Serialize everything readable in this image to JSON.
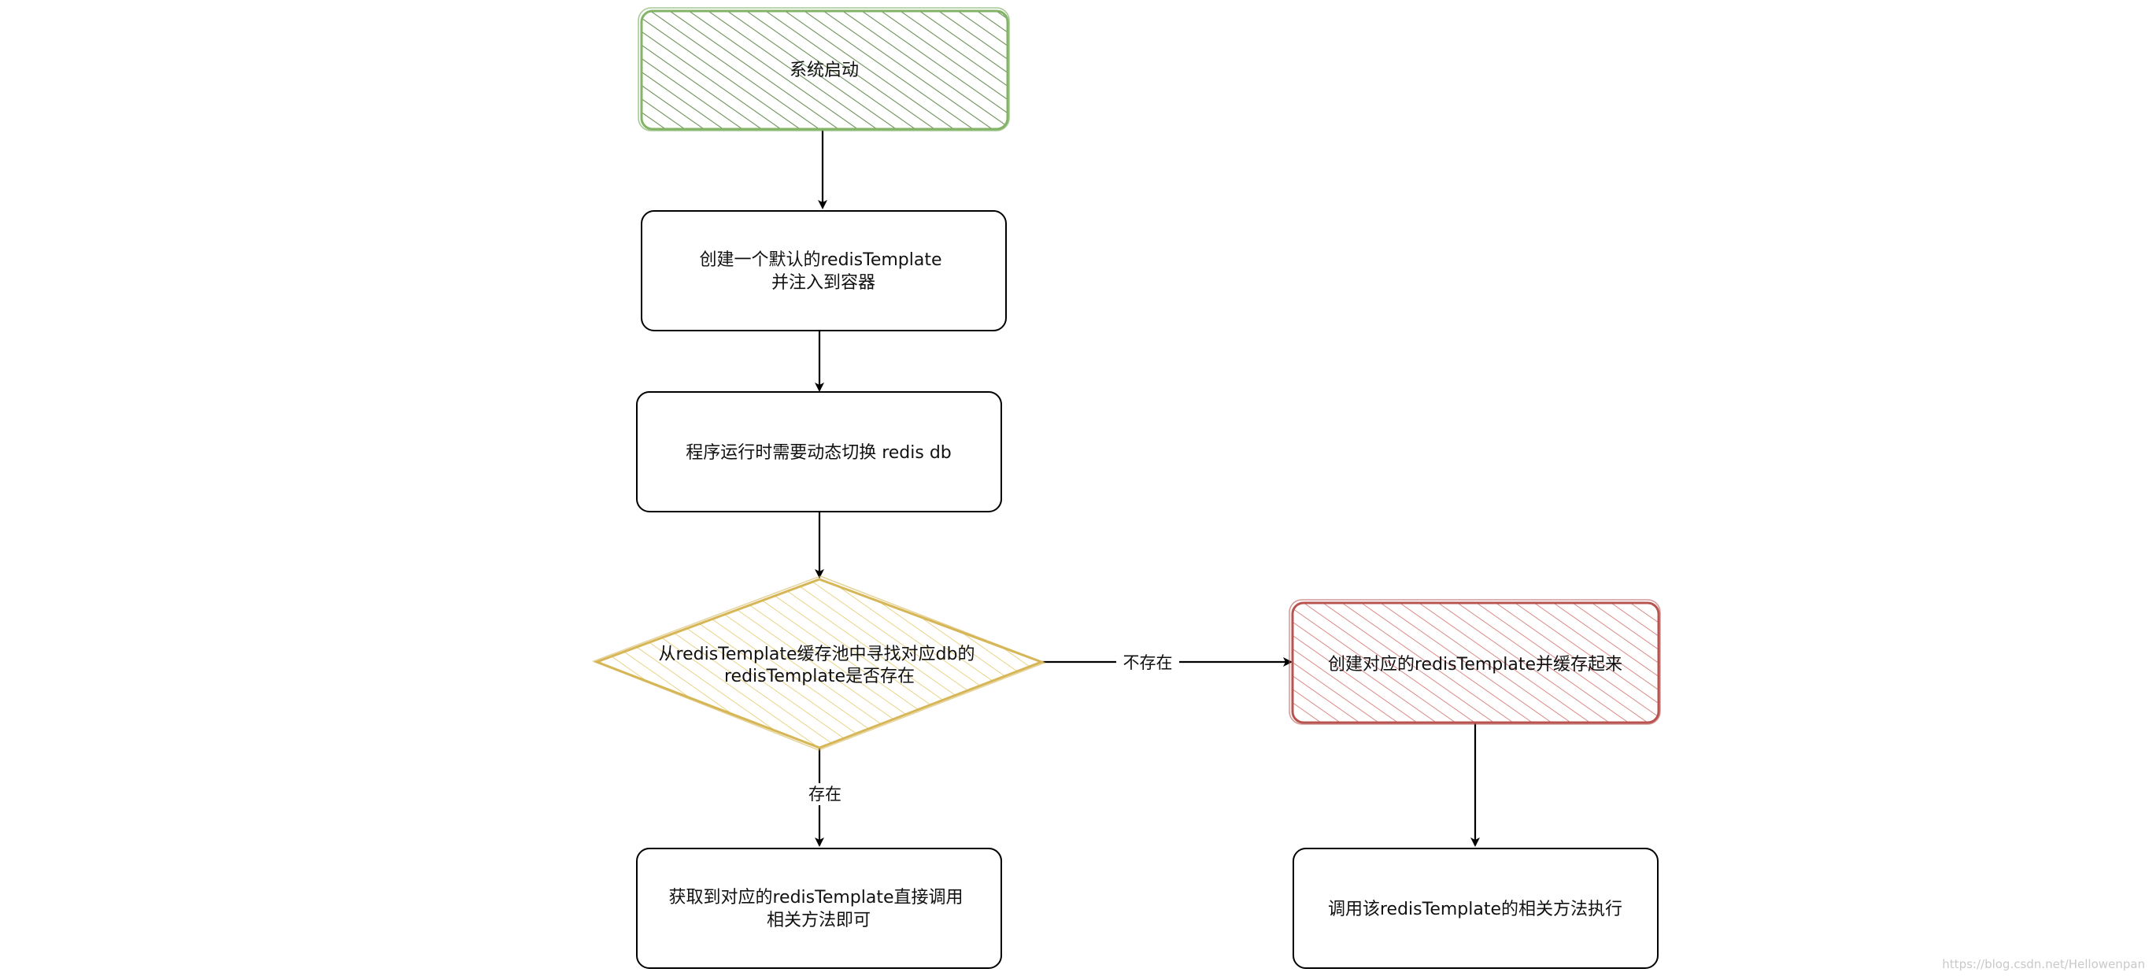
{
  "colors": {
    "start_stroke": "#82b366",
    "start_hatch": "#6d8f59",
    "decision_stroke": "#d6b656",
    "decision_hatch": "#e9d488",
    "create_stroke": "#b85450",
    "create_hatch": "#d98a87",
    "box_stroke": "#000000",
    "arrow": "#000000"
  },
  "nodes": {
    "start": {
      "lines": [
        "系统启动"
      ]
    },
    "create_default": {
      "lines": [
        "创建一个默认的redisTemplate",
        "并注入到容器"
      ]
    },
    "runtime_switch": {
      "lines": [
        "程序运行时需要动态切换 redis db"
      ]
    },
    "lookup": {
      "lines": [
        "从redisTemplate缓存池中寻找对应db的",
        "redisTemplate是否存在"
      ]
    },
    "create_cache": {
      "lines": [
        "创建对应的redisTemplate并缓存起来"
      ]
    },
    "fetch_call": {
      "lines": [
        "获取到对应的redisTemplate直接调用",
        "相关方法即可"
      ]
    },
    "invoke": {
      "lines": [
        "调用该redisTemplate的相关方法执行"
      ]
    }
  },
  "edges": {
    "not_exist": "不存在",
    "exist": "存在"
  },
  "watermark": "https://blog.csdn.net/Hellowenpan"
}
